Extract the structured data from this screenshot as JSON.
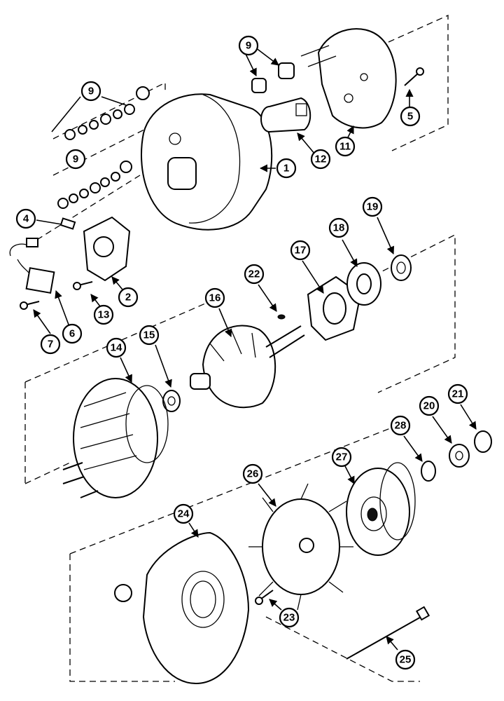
{
  "diagram": {
    "callouts": [
      "9",
      "9",
      "9",
      "1",
      "12",
      "11",
      "5",
      "4",
      "2",
      "13",
      "6",
      "7",
      "17",
      "18",
      "19",
      "22",
      "16",
      "14",
      "15",
      "28",
      "20",
      "21",
      "27",
      "26",
      "24",
      "23",
      "25"
    ]
  }
}
